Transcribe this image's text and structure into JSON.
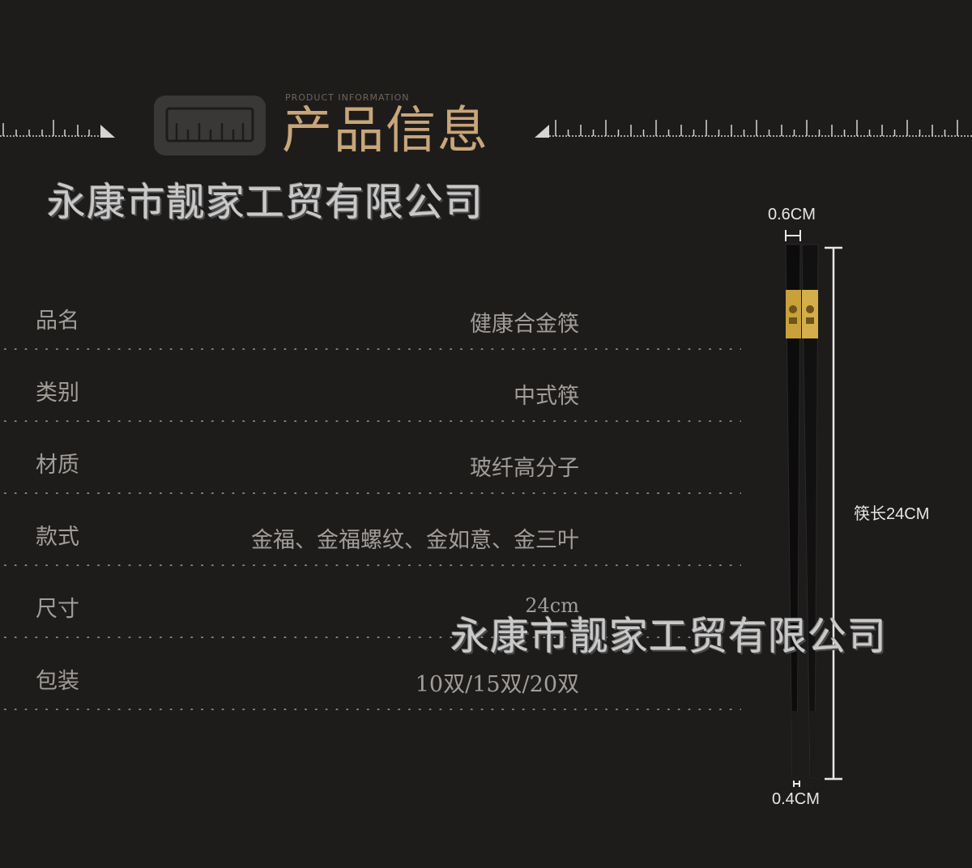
{
  "header": {
    "subtitle": "PRODUCT INFORMATION",
    "title": "产品信息",
    "icon": "ruler-icon"
  },
  "watermark": "永康市靓家工贸有限公司",
  "specs": [
    {
      "label": "品名",
      "value": "健康合金筷"
    },
    {
      "label": "类别",
      "value": "中式筷"
    },
    {
      "label": "材质",
      "value": "玻纤高分子"
    },
    {
      "label": "款式",
      "value": "金福、金福螺纹、金如意、金三叶"
    },
    {
      "label": "尺寸",
      "value": "24cm"
    },
    {
      "label": "包装",
      "value": "10双/15双/20双"
    }
  ],
  "dimensions": {
    "top_width": "0.6CM",
    "bottom_width": "0.4CM",
    "length": "筷长24CM"
  },
  "colors": {
    "background": "#1e1c1b",
    "title_gold": "#c8a67a",
    "text_grey": "#a19d99",
    "chopstick_gold": "#c9a13a"
  }
}
